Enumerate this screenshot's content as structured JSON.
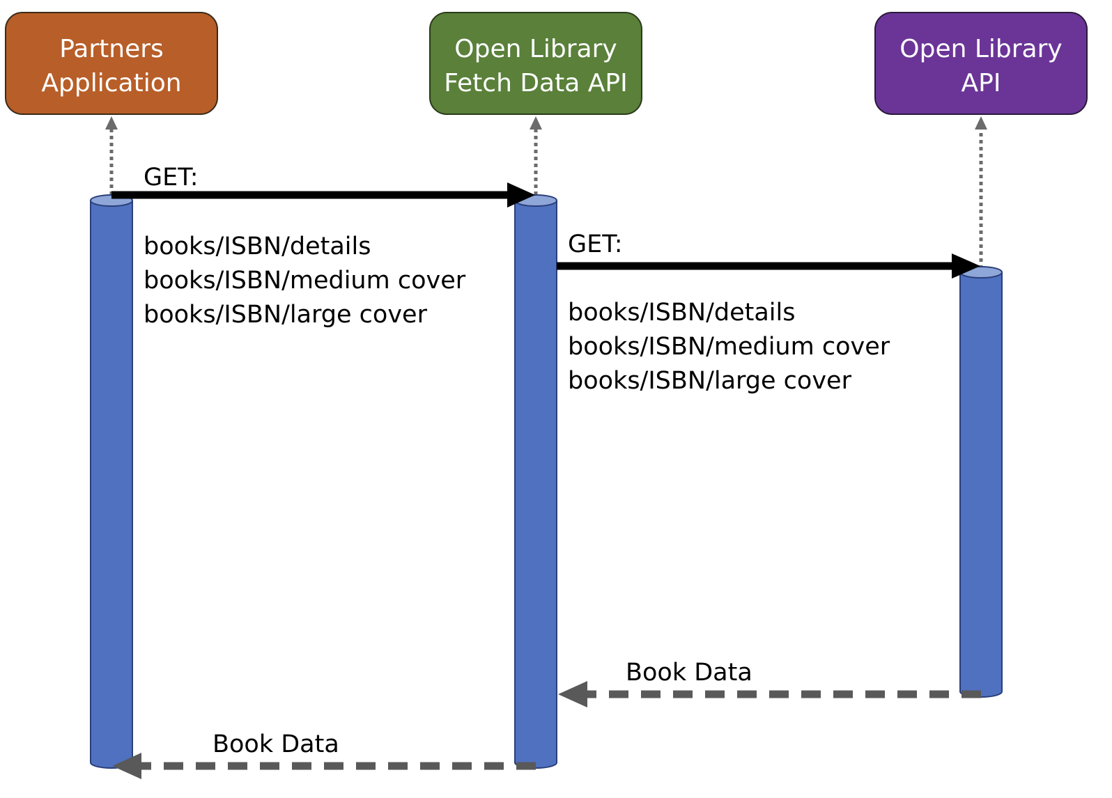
{
  "colors": {
    "partners": "#b85e28",
    "fetch_api": "#5a803a",
    "ol_api": "#6a3597",
    "lifeline": "#5071c0",
    "lifeline_top": "#8ea6d8",
    "solid_arrow": "#000000",
    "return_arrow": "#595959",
    "dotted": "#6b6b6b"
  },
  "actors": {
    "partners": {
      "line1": "Partners",
      "line2": "Application"
    },
    "fetch_api": {
      "line1": "Open Library",
      "line2": "Fetch Data API"
    },
    "ol_api": {
      "line1": "Open Library",
      "line2": "API"
    }
  },
  "messages": {
    "m1": {
      "label": "GET:",
      "paths": [
        "books/ISBN/details",
        "books/ISBN/medium cover",
        "books/ISBN/large cover"
      ]
    },
    "m2": {
      "label": "GET:",
      "paths": [
        "books/ISBN/details",
        "books/ISBN/medium cover",
        "books/ISBN/large cover"
      ]
    },
    "r1": {
      "label": "Book Data"
    },
    "r2": {
      "label": "Book Data"
    }
  }
}
